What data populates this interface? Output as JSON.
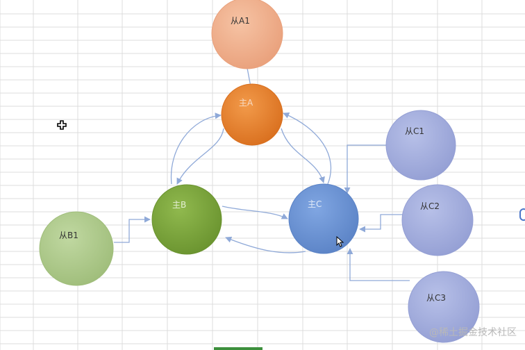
{
  "nodes": {
    "a1": {
      "label": "从A1",
      "color": "#f0a983"
    },
    "a": {
      "label": "主A",
      "color": "#e5802d"
    },
    "b": {
      "label": "主B",
      "color": "#7ca53d"
    },
    "c": {
      "label": "主C",
      "color": "#6a93d4"
    },
    "b1": {
      "label": "从B1",
      "color": "#acc98a"
    },
    "c1": {
      "label": "从C1",
      "color": "#a2addd"
    },
    "c2": {
      "label": "从C2",
      "color": "#a2addd"
    },
    "c3": {
      "label": "从C3",
      "color": "#a2addd"
    }
  },
  "edges": [
    {
      "from": "a1",
      "to": "a"
    },
    {
      "from": "b1",
      "to": "b"
    },
    {
      "from": "c1",
      "to": "c"
    },
    {
      "from": "c2",
      "to": "c"
    },
    {
      "from": "c3",
      "to": "c"
    },
    {
      "from": "a",
      "to": "b"
    },
    {
      "from": "b",
      "to": "a"
    },
    {
      "from": "a",
      "to": "c"
    },
    {
      "from": "c",
      "to": "a"
    },
    {
      "from": "b",
      "to": "c"
    },
    {
      "from": "c",
      "to": "b"
    }
  ],
  "watermark": "@稀土掘金技术社区",
  "colors": {
    "edge": "#8fa9d8",
    "grid": "#dcdcdc"
  }
}
